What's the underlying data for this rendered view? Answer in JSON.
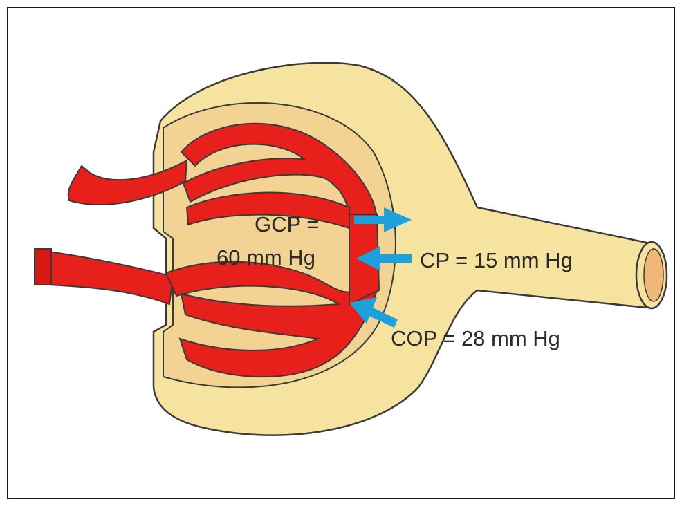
{
  "labels": {
    "gcp_line1": "GCP =",
    "gcp_line2": "60 mm Hg",
    "cp": "CP = 15 mm Hg",
    "cop": "COP = 28 mm Hg"
  },
  "colors": {
    "capsule": "#f7e3a0",
    "capsule_space": "#f3d394",
    "capillary": "#e8201c",
    "arrow": "#1ea0dc",
    "outline": "#3a3a3a"
  }
}
